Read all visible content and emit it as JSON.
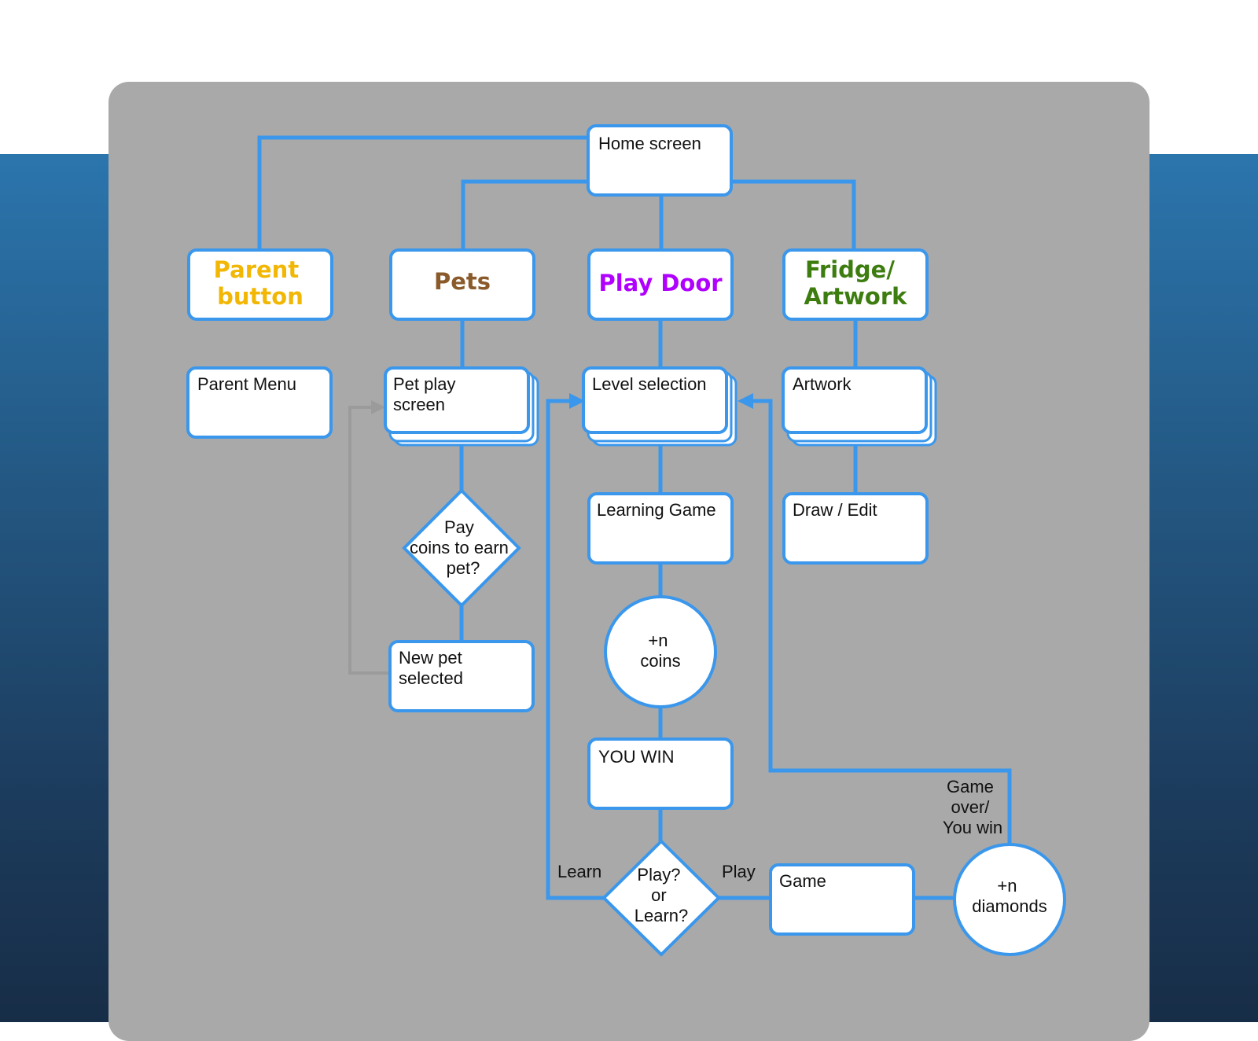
{
  "colors": {
    "connector": "#3a97ec",
    "panel": "#a9a9a9",
    "loop_arrow": "#9b9b9b",
    "parent": "#f2b705",
    "pets": "#8a5a2b",
    "play_door": "#b000ff",
    "fridge": "#3d7d0f"
  },
  "nodes": {
    "home": "Home screen",
    "parent": [
      "Parent",
      "button"
    ],
    "pets": "Pets",
    "play_door": "Play Door",
    "fridge": [
      "Fridge/",
      "Artwork"
    ],
    "parent_menu": "Parent Menu",
    "pet_play": [
      "Pet play",
      "screen"
    ],
    "level_selection": "Level selection",
    "artwork": "Artwork",
    "pay_decision": [
      "Pay",
      "coins to earn",
      "pet?"
    ],
    "new_pet": [
      "New pet",
      "selected"
    ],
    "learning_game": "Learning Game",
    "draw_edit": "Draw / Edit",
    "coins": [
      "+n",
      "coins"
    ],
    "you_win": "YOU WIN",
    "play_decision": [
      "Play?",
      "or",
      "Learn?"
    ],
    "game": "Game",
    "diamonds": [
      "+n",
      "diamonds"
    ]
  },
  "edge_labels": {
    "learn": "Learn",
    "play": "Play",
    "game_over": [
      "Game",
      "over/",
      "You win"
    ]
  }
}
